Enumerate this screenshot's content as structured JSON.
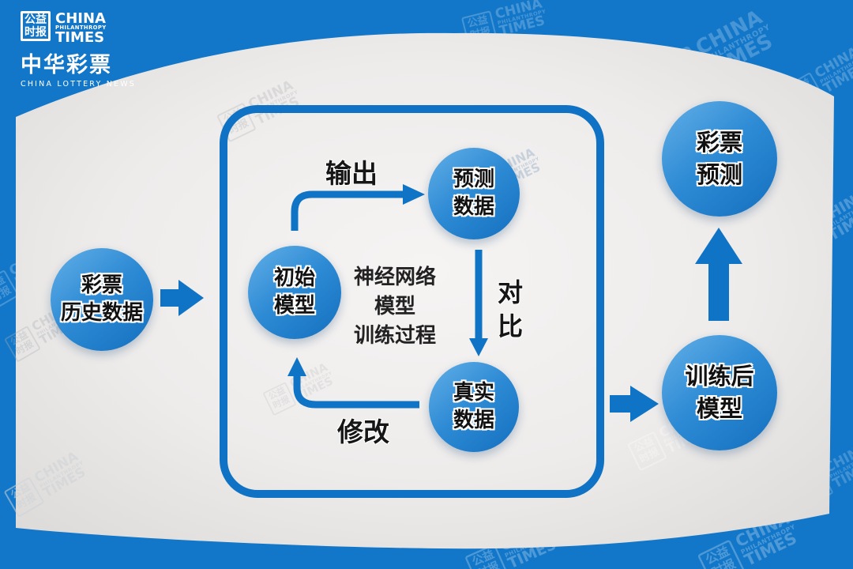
{
  "header": {
    "cpt_logo": {
      "seal_top": "公益",
      "seal_bottom": "时报",
      "en_line1": "CHINA",
      "en_line2": "PHILANTHROPY",
      "en_line3": "TIMES"
    },
    "lottery_logo": {
      "cn": "中华彩票",
      "en": "CHINA LOTTERY NEWS"
    }
  },
  "diagram": {
    "nodes": {
      "history_data": {
        "line1": "彩票",
        "line2": "历史数据"
      },
      "initial_model": {
        "line1": "初始",
        "line2": "模型"
      },
      "predicted_data": {
        "line1": "预测",
        "line2": "数据"
      },
      "real_data": {
        "line1": "真实",
        "line2": "数据"
      },
      "trained_model": {
        "line1": "训练后",
        "line2": "模型"
      },
      "lottery_prediction": {
        "line1": "彩票",
        "line2": "预测"
      }
    },
    "process_title": {
      "line1": "神经网络",
      "line2": "模型",
      "line3": "训练过程"
    },
    "edge_labels": {
      "output": "输出",
      "compare": "对比",
      "modify": "修改"
    }
  },
  "watermark": {
    "seal_top": "公益",
    "seal_bottom": "时报",
    "en_line1": "CHINA",
    "en_line2": "PHILANTHROPY",
    "en_line3": "TIMES"
  },
  "colors": {
    "background_blue": "#1377c9",
    "accent_blue": "#0f72c4",
    "node_gradient_light": "#63b0e7",
    "node_gradient_dark": "#1470bf",
    "panel_center": "#f5f3f2",
    "panel_edge": "#dedcda",
    "node_text": "#111111"
  }
}
